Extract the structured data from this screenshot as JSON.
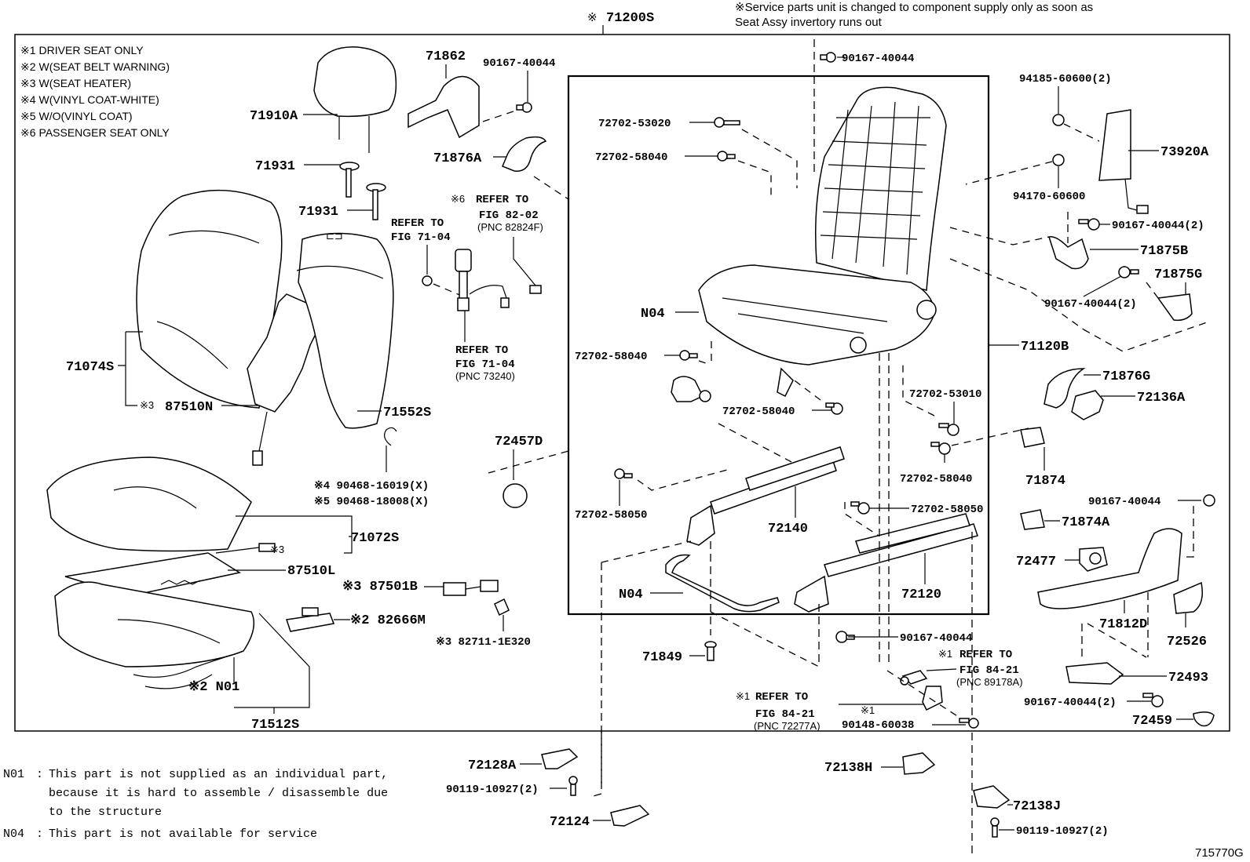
{
  "header": {
    "assembly_marker": "※",
    "assembly_part": "71200S",
    "service_note_line1": "※Service parts unit is changed to component supply only as soon as",
    "service_note_line2": "Seat Assy invertory runs out"
  },
  "legend": [
    {
      "mark": "※1",
      "text": "DRIVER SEAT ONLY"
    },
    {
      "mark": "※2",
      "text": "W(SEAT BELT WARNING)"
    },
    {
      "mark": "※3",
      "text": "W(SEAT HEATER)"
    },
    {
      "mark": "※4",
      "text": "W(VINYL COAT-WHITE)"
    },
    {
      "mark": "※5",
      "text": "W/O(VINYL COAT)"
    },
    {
      "mark": "※6",
      "text": "PASSENGER SEAT ONLY"
    }
  ],
  "parts": {
    "p71910A": "71910A",
    "p71862": "71862",
    "p90167_40044_a": "90167-40044",
    "p71931_a": "71931",
    "p71931_b": "71931",
    "p71876A": "71876A",
    "p71074S": "71074S",
    "p87510N_mark": "※3",
    "p87510N": "87510N",
    "p71552S": "71552S",
    "p72457D": "72457D",
    "p90468_16019": "※4 90468-16019(X)",
    "p90468_18008": "※5 90468-18008(X)",
    "p71072S": "71072S",
    "p87510L_mark": "※3",
    "p87510L": "87510L",
    "p87501B": "※3 87501B",
    "p82666M": "※2 82666M",
    "p82711": "※3 82711-1E320",
    "pN01": "※2 N01",
    "p71512S": "71512S",
    "p90167_40044_top": "90167-40044",
    "p72702_53020": "72702-53020",
    "p72702_58040_a": "72702-58040",
    "pN04_a": "N04",
    "p72702_58040_b": "72702-58040",
    "p72702_58040_c": "72702-58040",
    "p72702_53010": "72702-53010",
    "p72702_58040_d": "72702-58040",
    "p72702_58050_a": "72702-58050",
    "p72702_58050_b": "72702-58050",
    "p72140": "72140",
    "p72120": "72120",
    "pN04_b": "N04",
    "p71849": "71849",
    "p71120B": "71120B",
    "p94185": "94185-60600(2)",
    "p73920A": "73920A",
    "p94170": "94170-60600",
    "p90167_40044_2a": "90167-40044(2)",
    "p71875B": "71875B",
    "p71875G": "71875G",
    "p90167_40044_2b": "90167-40044(2)",
    "p71876G": "71876G",
    "p72136A": "72136A",
    "p71874": "71874",
    "p90167_40044_r": "90167-40044",
    "p71874A": "71874A",
    "p72477": "72477",
    "p71812D": "71812D",
    "p72526": "72526",
    "p72493": "72493",
    "p90167_40044_2c": "90167-40044(2)",
    "p72459": "72459",
    "p90167_40044_b": "90167-40044",
    "p90148_mark": "※1",
    "p90148": "90148-60038",
    "p72128A": "72128A",
    "p90119_a": "90119-10927(2)",
    "p72124": "72124",
    "p72138H": "72138H",
    "p72138J": "72138J",
    "p90119_b": "90119-10927(2)"
  },
  "references": {
    "ref_82_02": {
      "mark": "※6",
      "line1": "REFER TO",
      "line2": "FIG 82-02",
      "pnc": "(PNC 82824F)"
    },
    "ref_71_04_a": {
      "line1": "REFER TO",
      "line2": "FIG 71-04"
    },
    "ref_71_04_b": {
      "line1": "REFER TO",
      "line2": "FIG 71-04",
      "pnc": "(PNC 73240)"
    },
    "ref_84_21_a": {
      "mark": "※1",
      "line1": "REFER TO",
      "line2": "FIG 84-21",
      "pnc": "(PNC 89178A)"
    },
    "ref_84_21_b": {
      "mark": "※1",
      "line1": "REFER TO",
      "line2": "FIG 84-21",
      "pnc": "(PNC 72277A)"
    }
  },
  "footnotes": [
    {
      "code": "N01",
      "sep": ":",
      "lines": [
        "This part is not supplied as an individual part,",
        "because it is hard to assemble / disassemble due",
        "to the structure"
      ]
    },
    {
      "code": "N04",
      "sep": ":",
      "lines": [
        "This part is not available for service"
      ]
    }
  ],
  "figure_id": "715770G"
}
